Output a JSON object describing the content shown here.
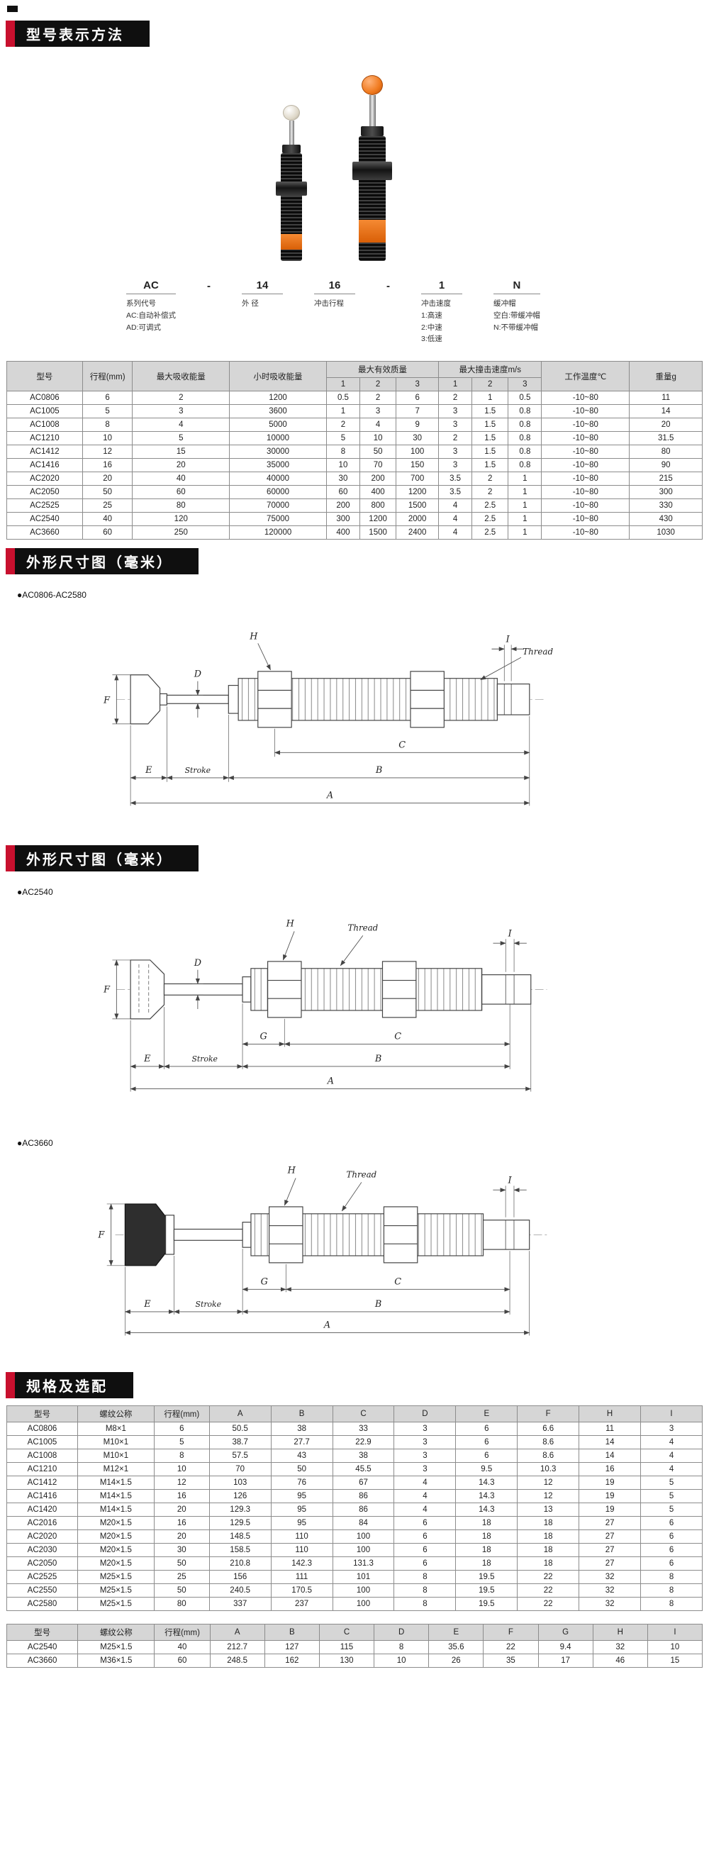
{
  "page": {
    "accent_red": "#c8102e",
    "banner_black": "#0f0f0f",
    "product_orange": "#e87120"
  },
  "sections": {
    "s1": "型号表示方法",
    "s2": "外形尺寸图（毫米）",
    "s3": "外形尺寸图（毫米）",
    "s4": "规格及选配"
  },
  "model_code": {
    "p1": {
      "code": "AC",
      "l1": "系列代号",
      "l2": "AC:自动补偿式",
      "l3": "AD:可调式"
    },
    "dash1": "-",
    "p2": {
      "code": "14",
      "l1": "外 径"
    },
    "p3": {
      "code": "16",
      "l1": "冲击行程"
    },
    "dash2": "-",
    "p4": {
      "code": "1",
      "l1": "冲击速度",
      "l2": "1:高速",
      "l3": "2:中速",
      "l4": "3:低速"
    },
    "p5": {
      "code": "N",
      "l1": "缓冲帽",
      "l2": "空白:带缓冲帽",
      "l3": "N:不带缓冲帽"
    }
  },
  "table1": {
    "h": {
      "model": "型号",
      "stroke": "行程(mm)",
      "max_energy": "最大吸收能量",
      "hour_energy": "小时吸收能量",
      "max_mass": "最大有效质量",
      "max_speed": "最大撞击速度m/s",
      "temp": "工作温度℃",
      "weight": "重量g",
      "sub": [
        "1",
        "2",
        "3",
        "1",
        "2",
        "3"
      ]
    },
    "rows": [
      [
        "AC0806",
        "6",
        "2",
        "1200",
        "0.5",
        "2",
        "6",
        "2",
        "1",
        "0.5",
        "-10~80",
        "11"
      ],
      [
        "AC1005",
        "5",
        "3",
        "3600",
        "1",
        "3",
        "7",
        "3",
        "1.5",
        "0.8",
        "-10~80",
        "14"
      ],
      [
        "AC1008",
        "8",
        "4",
        "5000",
        "2",
        "4",
        "9",
        "3",
        "1.5",
        "0.8",
        "-10~80",
        "20"
      ],
      [
        "AC1210",
        "10",
        "5",
        "10000",
        "5",
        "10",
        "30",
        "2",
        "1.5",
        "0.8",
        "-10~80",
        "31.5"
      ],
      [
        "AC1412",
        "12",
        "15",
        "30000",
        "8",
        "50",
        "100",
        "3",
        "1.5",
        "0.8",
        "-10~80",
        "80"
      ],
      [
        "AC1416",
        "16",
        "20",
        "35000",
        "10",
        "70",
        "150",
        "3",
        "1.5",
        "0.8",
        "-10~80",
        "90"
      ],
      [
        "AC2020",
        "20",
        "40",
        "40000",
        "30",
        "200",
        "700",
        "3.5",
        "2",
        "1",
        "-10~80",
        "215"
      ],
      [
        "AC2050",
        "50",
        "60",
        "60000",
        "60",
        "400",
        "1200",
        "3.5",
        "2",
        "1",
        "-10~80",
        "300"
      ],
      [
        "AC2525",
        "25",
        "80",
        "70000",
        "200",
        "800",
        "1500",
        "4",
        "2.5",
        "1",
        "-10~80",
        "330"
      ],
      [
        "AC2540",
        "40",
        "120",
        "75000",
        "300",
        "1200",
        "2000",
        "4",
        "2.5",
        "1",
        "-10~80",
        "430"
      ],
      [
        "AC3660",
        "60",
        "250",
        "120000",
        "400",
        "1500",
        "2400",
        "4",
        "2.5",
        "1",
        "-10~80",
        "1030"
      ]
    ]
  },
  "drawings": {
    "d1": {
      "caption": "●AC0806-AC2580",
      "H": "H",
      "I": "I",
      "thread": "Thread",
      "D": "D",
      "F": "F",
      "E": "E",
      "stroke": "Stroke",
      "C": "C",
      "B": "B",
      "A": "A"
    },
    "d2": {
      "caption": "●AC2540",
      "H": "H",
      "I": "I",
      "thread": "Thread",
      "D": "D",
      "F": "F",
      "G": "G",
      "E": "E",
      "stroke": "Stroke",
      "C": "C",
      "B": "B",
      "A": "A"
    },
    "d3": {
      "caption": "●AC3660",
      "H": "H",
      "I": "I",
      "thread": "Thread",
      "F": "F",
      "G": "G",
      "E": "E",
      "stroke": "Stroke",
      "C": "C",
      "B": "B",
      "A": "A"
    }
  },
  "table2": {
    "head": [
      [
        "型号",
        "螺纹公称",
        "行程(mm)",
        "A",
        "B",
        "C",
        "D",
        "E",
        "F",
        "H",
        "I"
      ]
    ],
    "rows": [
      [
        "AC0806",
        "M8×1",
        "6",
        "50.5",
        "38",
        "33",
        "3",
        "6",
        "6.6",
        "11",
        "3"
      ],
      [
        "AC1005",
        "M10×1",
        "5",
        "38.7",
        "27.7",
        "22.9",
        "3",
        "6",
        "8.6",
        "14",
        "4"
      ],
      [
        "AC1008",
        "M10×1",
        "8",
        "57.5",
        "43",
        "38",
        "3",
        "6",
        "8.6",
        "14",
        "4"
      ],
      [
        "AC1210",
        "M12×1",
        "10",
        "70",
        "50",
        "45.5",
        "3",
        "9.5",
        "10.3",
        "16",
        "4"
      ],
      [
        "AC1412",
        "M14×1.5",
        "12",
        "103",
        "76",
        "67",
        "4",
        "14.3",
        "12",
        "19",
        "5"
      ],
      [
        "AC1416",
        "M14×1.5",
        "16",
        "126",
        "95",
        "86",
        "4",
        "14.3",
        "12",
        "19",
        "5"
      ],
      [
        "AC1420",
        "M14×1.5",
        "20",
        "129.3",
        "95",
        "86",
        "4",
        "14.3",
        "13",
        "19",
        "5"
      ],
      [
        "AC2016",
        "M20×1.5",
        "16",
        "129.5",
        "95",
        "84",
        "6",
        "18",
        "18",
        "27",
        "6"
      ],
      [
        "AC2020",
        "M20×1.5",
        "20",
        "148.5",
        "110",
        "100",
        "6",
        "18",
        "18",
        "27",
        "6"
      ],
      [
        "AC2030",
        "M20×1.5",
        "30",
        "158.5",
        "110",
        "100",
        "6",
        "18",
        "18",
        "27",
        "6"
      ],
      [
        "AC2050",
        "M20×1.5",
        "50",
        "210.8",
        "142.3",
        "131.3",
        "6",
        "18",
        "18",
        "27",
        "6"
      ],
      [
        "AC2525",
        "M25×1.5",
        "25",
        "156",
        "111",
        "101",
        "8",
        "19.5",
        "22",
        "32",
        "8"
      ],
      [
        "AC2550",
        "M25×1.5",
        "50",
        "240.5",
        "170.5",
        "100",
        "8",
        "19.5",
        "22",
        "32",
        "8"
      ],
      [
        "AC2580",
        "M25×1.5",
        "80",
        "337",
        "237",
        "100",
        "8",
        "19.5",
        "22",
        "32",
        "8"
      ]
    ]
  },
  "table3": {
    "head": [
      [
        "型号",
        "螺纹公称",
        "行程(mm)",
        "A",
        "B",
        "C",
        "D",
        "E",
        "F",
        "G",
        "H",
        "I"
      ]
    ],
    "rows": [
      [
        "AC2540",
        "M25×1.5",
        "40",
        "212.7",
        "127",
        "115",
        "8",
        "35.6",
        "22",
        "9.4",
        "32",
        "10"
      ],
      [
        "AC3660",
        "M36×1.5",
        "60",
        "248.5",
        "162",
        "130",
        "10",
        "26",
        "35",
        "17",
        "46",
        "15"
      ]
    ]
  }
}
